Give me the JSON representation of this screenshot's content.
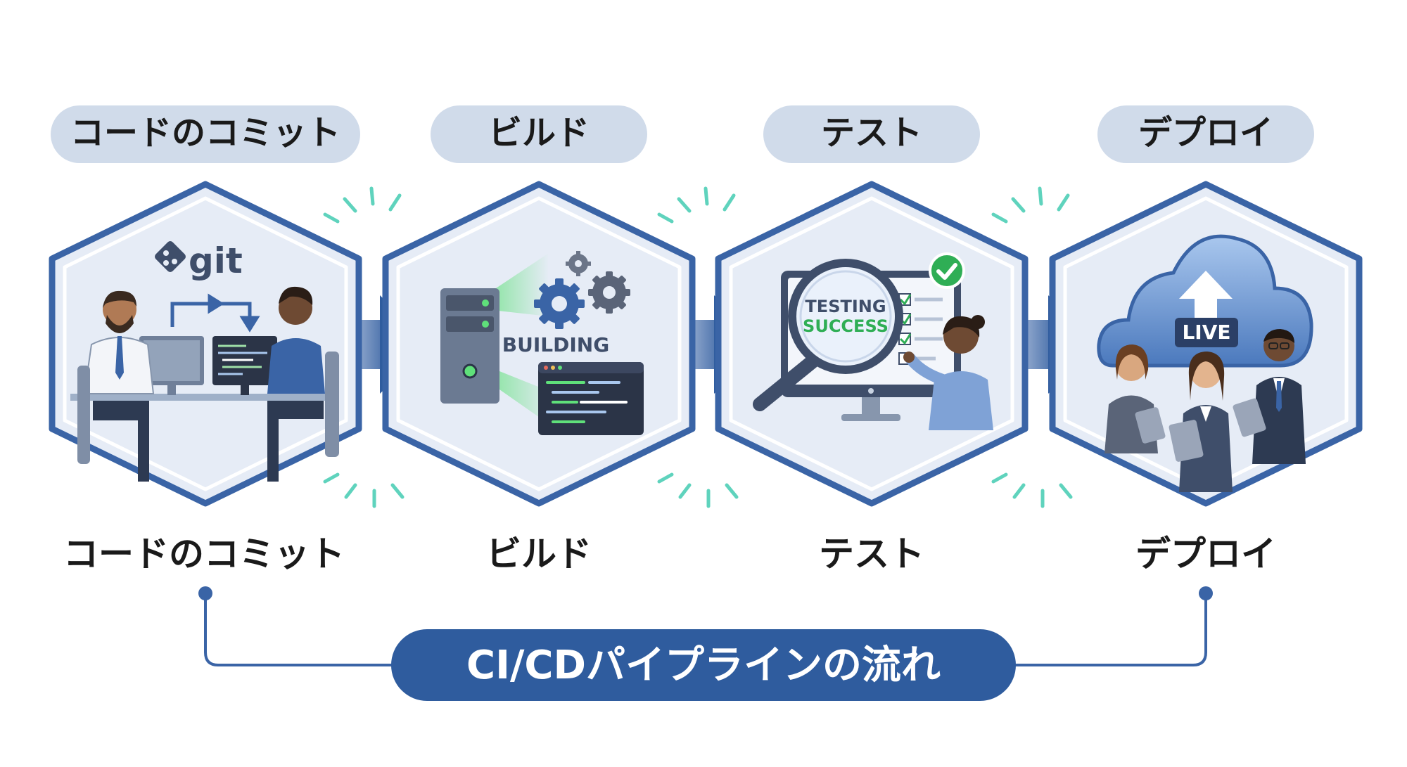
{
  "stages": [
    {
      "pill": "コードのコミット",
      "caption": "コードのコミット",
      "logo": "git",
      "icon": "git-logo-icon"
    },
    {
      "pill": "ビルド",
      "caption": "ビルド",
      "status": "BUILDING",
      "icon": "gears-icon"
    },
    {
      "pill": "テスト",
      "caption": "テスト",
      "lens_line1": "TESTING",
      "lens_line2": "SUCCESS",
      "icon": "magnifier-icon"
    },
    {
      "pill": "デプロイ",
      "caption": "デプロイ",
      "badge": "LIVE",
      "icon": "cloud-upload-icon"
    }
  ],
  "pipeline": {
    "title": "CI/CDパイプラインの流れ"
  },
  "colors": {
    "accent": "#3a64a6",
    "hex_fill": "#e6ecf6",
    "pill": "#d0dbea",
    "title_bg": "#2f5c9e",
    "spark": "#5fd3bd",
    "green": "#2fae55"
  }
}
